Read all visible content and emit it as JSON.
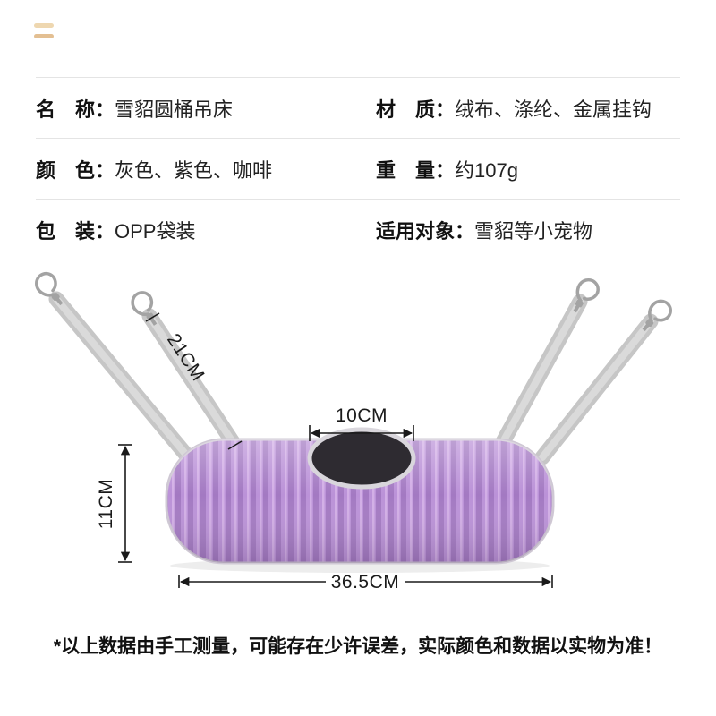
{
  "specs": {
    "rows": [
      {
        "left_label": "名　称：",
        "left_value": "雪貂圆桶吊床",
        "right_label": "材　质：",
        "right_value": "绒布、涤纶、金属挂钩"
      },
      {
        "left_label": "颜　色：",
        "left_value": "灰色、紫色、咖啡",
        "right_label": "重　量：",
        "right_value": "约107g"
      },
      {
        "left_label": "包　装：",
        "left_value": "OPP袋装",
        "right_label": "适用对象：",
        "right_value": "雪貂等小宠物"
      }
    ]
  },
  "dimensions": {
    "strap_length": "21CM",
    "opening_width": "10CM",
    "body_height": "11CM",
    "body_width": "36.5CM"
  },
  "footer": {
    "disclaimer": "*以上数据由手工测量，可能存在少许误差，实际颜色和数据以实物为准！"
  },
  "theme": {
    "accent": "#eed7b0",
    "accent2": "#e3bf92",
    "text": "#111111",
    "value-text": "#222222",
    "line": "#e4e4e4",
    "dim": "#1a1a1a",
    "body-base": "#bb92d8",
    "body-dark": "#a379c2",
    "body-light": "#d2aee6",
    "trim": "#cfc8d4",
    "rim": "#d9d6dc",
    "opening": "#2e2b31",
    "strap": "#c6c6c6",
    "strap-light": "#dadada",
    "metal": "#a3a3a3",
    "shadow": "#ededed"
  }
}
